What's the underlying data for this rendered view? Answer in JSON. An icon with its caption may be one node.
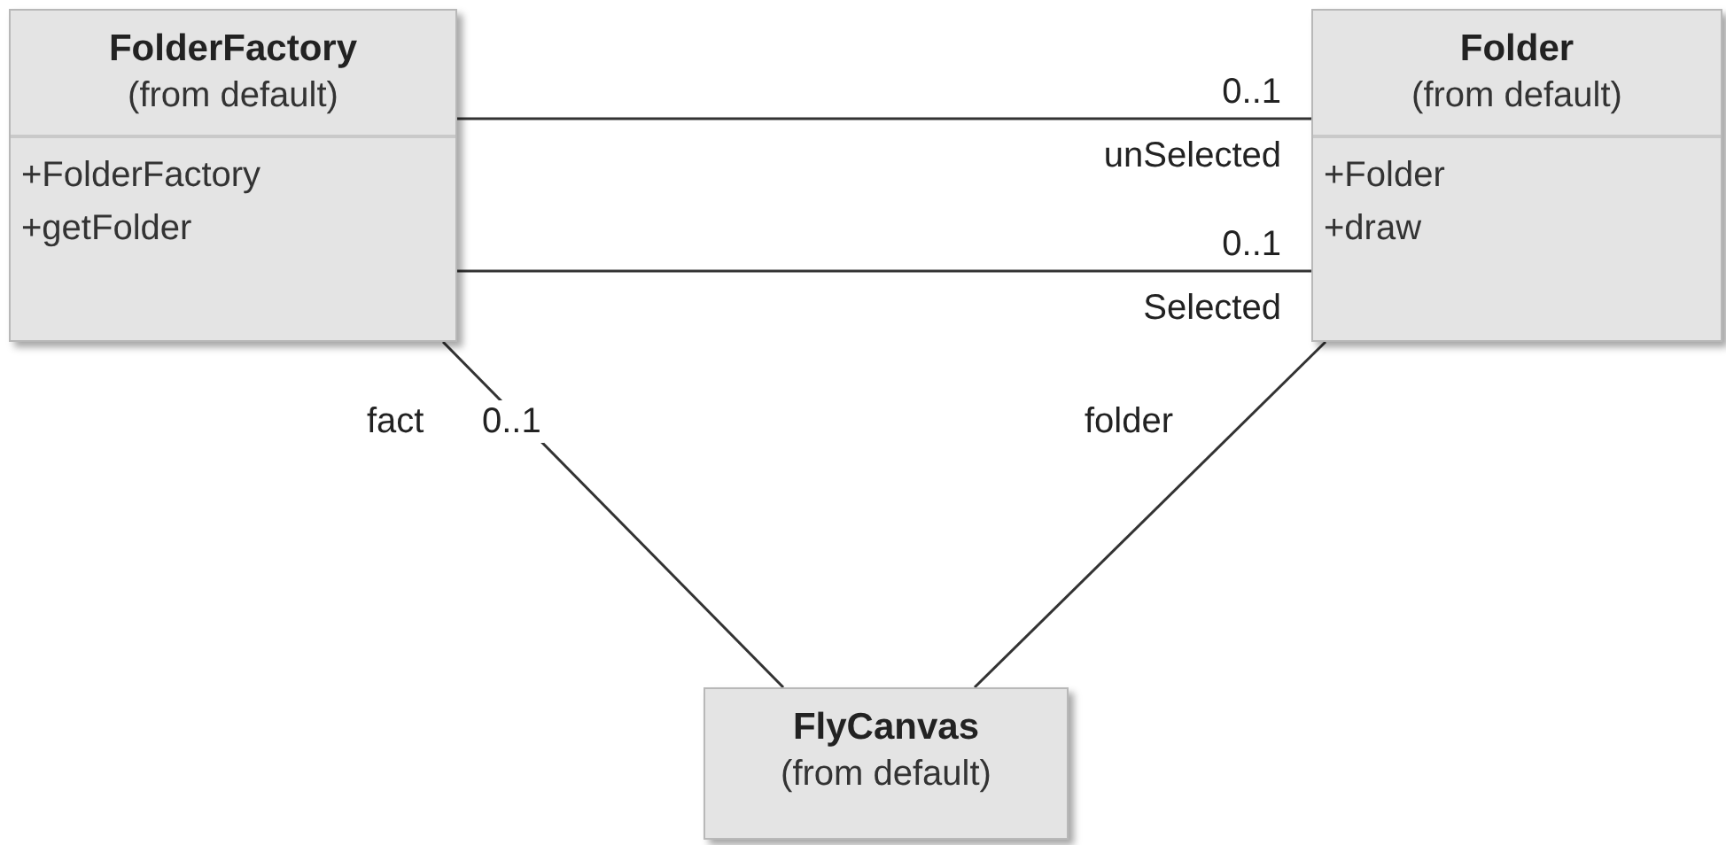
{
  "diagram": {
    "nodes": [
      {
        "text": [
          "FolderFactory",
          "(from default)",
          "+FolderFactory",
          "+getFolder"
        ]
      },
      {
        "text": [
          "Folder",
          "(from default)",
          "+Folder",
          "+draw"
        ]
      },
      {
        "text": [
          "FlyCanvas",
          "(from default)"
        ]
      }
    ],
    "edges": [
      {
        "from": 0,
        "to": 1,
        "arrow": "none"
      },
      {
        "from": 0,
        "to": 1,
        "arrow": "none"
      },
      {
        "from": 0,
        "to": 2,
        "arrow": "none"
      },
      {
        "from": 1,
        "to": 2,
        "arrow": "none"
      }
    ],
    "labels": [
      "0..1",
      "unSelected",
      "0..1",
      "Selected",
      "fact",
      "0..1",
      "folder"
    ]
  }
}
